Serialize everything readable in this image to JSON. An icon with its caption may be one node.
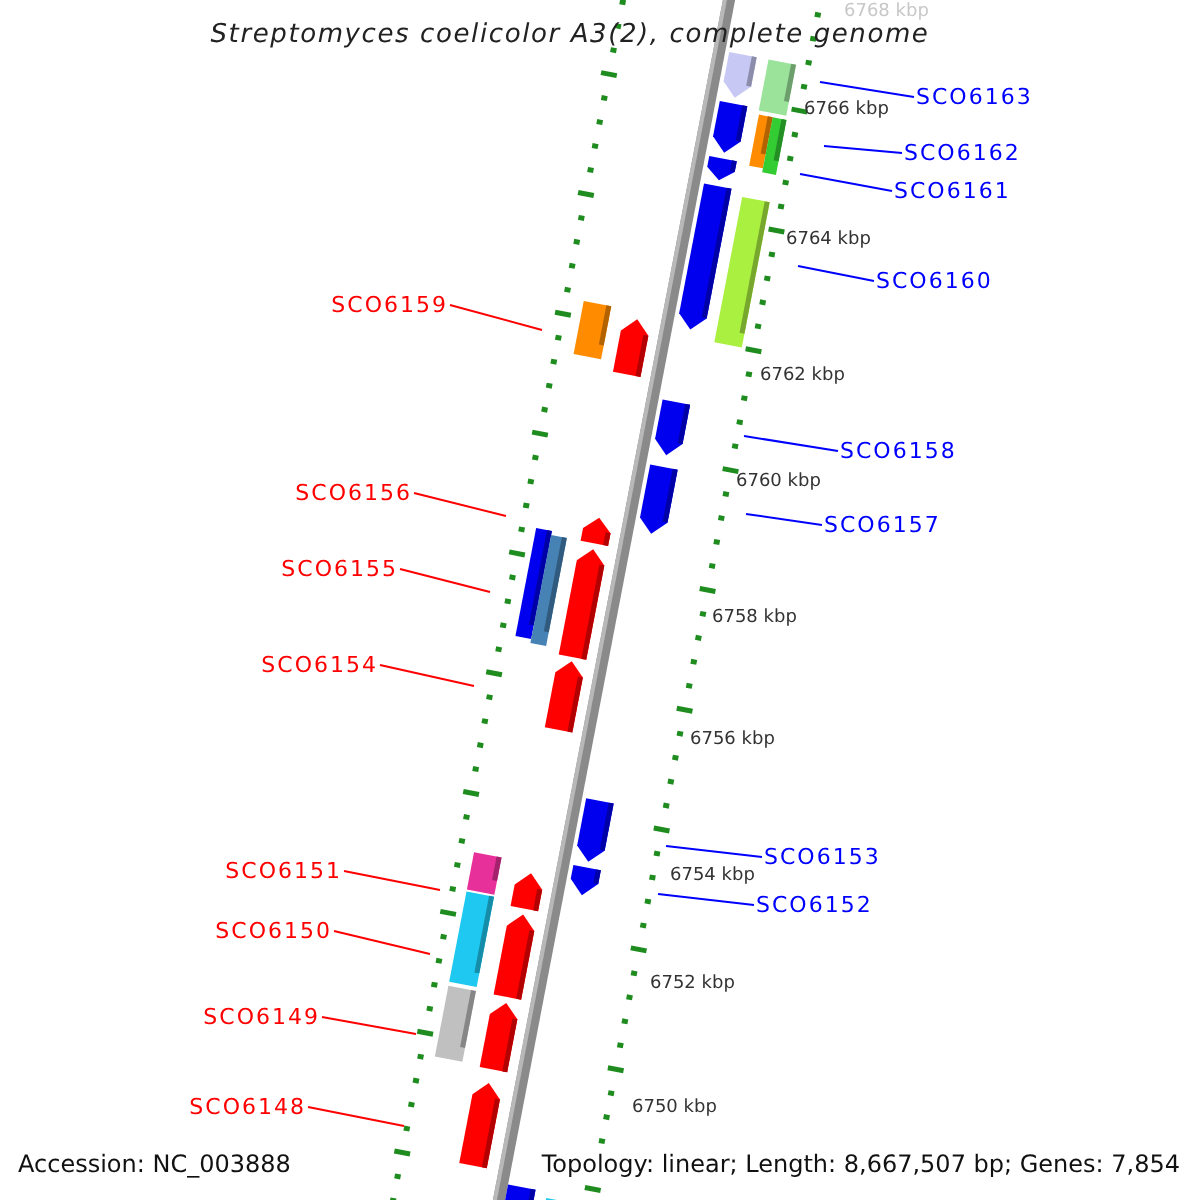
{
  "diagram": {
    "title": "Streptomyces coelicolor A3(2), complete genome",
    "nodes": [
      {
        "text": [
          "SCO6163"
        ]
      },
      {
        "text": [
          "SCO6162"
        ]
      },
      {
        "text": [
          "SCO6161"
        ]
      },
      {
        "text": [
          "SCO6160"
        ]
      },
      {
        "text": [
          "SCO6159"
        ]
      },
      {
        "text": [
          "SCO6158"
        ]
      },
      {
        "text": [
          "SCO6156"
        ]
      },
      {
        "text": [
          "SCO6157"
        ]
      },
      {
        "text": [
          "SCO6155"
        ]
      },
      {
        "text": [
          "SCO6154"
        ]
      },
      {
        "text": [
          "SCO6153"
        ]
      },
      {
        "text": [
          "SCO6151"
        ]
      },
      {
        "text": [
          "SCO6152"
        ]
      },
      {
        "text": [
          "SCO6150"
        ]
      },
      {
        "text": [
          "SCO6149"
        ]
      },
      {
        "text": [
          "SCO6148"
        ]
      }
    ],
    "edges": [
      {
        "from": 0,
        "to": null,
        "arrow": "none",
        "color": "#0000ff"
      },
      {
        "from": 1,
        "to": null,
        "arrow": "none",
        "color": "#0000ff"
      },
      {
        "from": 2,
        "to": null,
        "arrow": "none",
        "color": "#0000ff"
      },
      {
        "from": 3,
        "to": null,
        "arrow": "none",
        "color": "#0000ff"
      },
      {
        "from": 4,
        "to": null,
        "arrow": "none",
        "color": "#ff0000"
      },
      {
        "from": 5,
        "to": null,
        "arrow": "none",
        "color": "#0000ff"
      },
      {
        "from": 6,
        "to": null,
        "arrow": "none",
        "color": "#ff0000"
      },
      {
        "from": 7,
        "to": null,
        "arrow": "none",
        "color": "#0000ff"
      },
      {
        "from": 8,
        "to": null,
        "arrow": "none",
        "color": "#ff0000"
      },
      {
        "from": 9,
        "to": null,
        "arrow": "none",
        "color": "#ff0000"
      },
      {
        "from": 10,
        "to": null,
        "arrow": "none",
        "color": "#0000ff"
      },
      {
        "from": 11,
        "to": null,
        "arrow": "none",
        "color": "#ff0000"
      },
      {
        "from": 12,
        "to": null,
        "arrow": "none",
        "color": "#0000ff"
      },
      {
        "from": 13,
        "to": null,
        "arrow": "none",
        "color": "#ff0000"
      },
      {
        "from": 14,
        "to": null,
        "arrow": "none",
        "color": "#ff0000"
      },
      {
        "from": 15,
        "to": null,
        "arrow": "none",
        "color": "#ff0000"
      }
    ],
    "labels": [
      "6768 kbp",
      "6766 kbp",
      "6764 kbp",
      "6762 kbp",
      "6760 kbp",
      "6758 kbp",
      "6756 kbp",
      "6754 kbp",
      "6752 kbp",
      "6750 kbp",
      "Accession: NC_003888",
      "Topology: linear; Length: 8,667,507 bp; Genes: 7,854"
    ]
  }
}
